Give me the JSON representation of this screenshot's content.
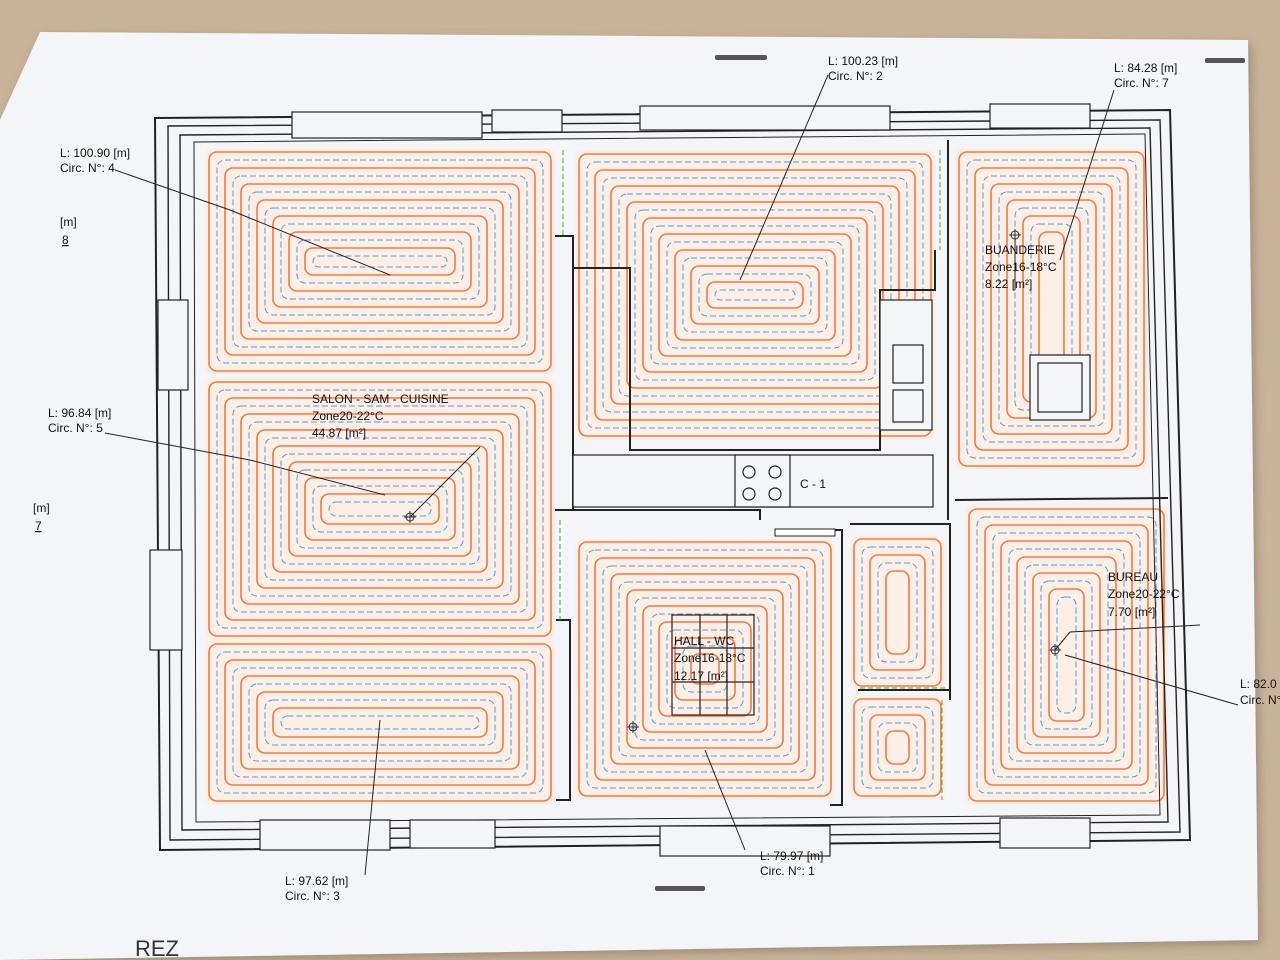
{
  "colors": {
    "background": "#c9b49a",
    "paper": "#f4f5f8",
    "wall": "#222222",
    "pipe_supply": "#f07a48",
    "pipe_return": "#4aa0e0",
    "zone_divider": "#3cb43c"
  },
  "rooms": [
    {
      "name": "SALON - SAM - CUISINE",
      "zone": "Zone20-22°C",
      "area": "44.87 [m²]"
    },
    {
      "name": "BUANDERIE",
      "zone": "Zone16-18°C",
      "area": "8.22 [m²]"
    },
    {
      "name": "HALL - WC",
      "zone": "Zone16-18°C",
      "area": "12.17 [m²]"
    },
    {
      "name": "BUREAU",
      "zone": "Zone20-22°C",
      "area": "7.70 [m²]"
    }
  ],
  "circuits": [
    {
      "length": "L: 100.90 [m]",
      "circ": "Circ. N°: 4"
    },
    {
      "length": "L: 100.23 [m]",
      "circ": "Circ. N°: 2"
    },
    {
      "length": "L: 84.28 [m]",
      "circ": "Circ. N°: 7"
    },
    {
      "length": "L: 96.84 [m]",
      "circ": "Circ. N°: 5"
    },
    {
      "length": "L: 97.62 [m]",
      "circ": "Circ. N°: 3"
    },
    {
      "length": "L: 79.97 [m]",
      "circ": "Circ. N°: 1"
    },
    {
      "length": "L: 82.0",
      "circ": "Circ. N°"
    }
  ],
  "collector_label": "C - 1",
  "dimension_marks": [
    {
      "unit": "[m]",
      "value": "8"
    },
    {
      "unit": "[m]",
      "value": "7"
    }
  ],
  "floor_label": "REZ"
}
